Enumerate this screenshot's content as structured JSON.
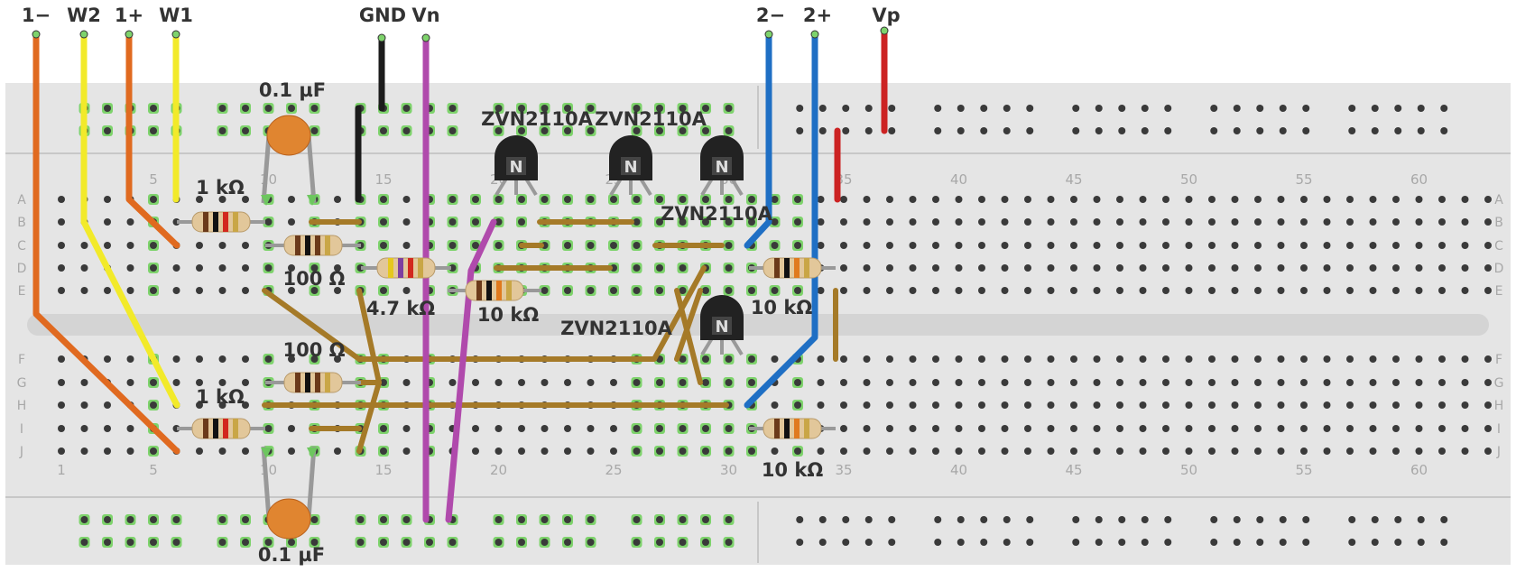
{
  "wire_labels": [
    "1−",
    "W2",
    "1+",
    "W1",
    "GND",
    "Vn",
    "2−",
    "2+",
    "Vp"
  ],
  "component_labels": {
    "c_top": "0.1 µF",
    "c_bottom": "0.1 µF",
    "r1k_top": "1 kΩ",
    "r1k_bottom": "1 kΩ",
    "r100_top": "100 Ω",
    "r100_bottom": "100 Ω",
    "r47k": "4.7 kΩ",
    "r10k_mid": "10 kΩ",
    "r10k_right_top": "10 kΩ",
    "r10k_right_bottom": "10 kΩ",
    "q1": "ZVN2110A",
    "q2": "ZVN2110A",
    "q3": "ZVN2110A",
    "q4": "ZVN2110A"
  },
  "transistor_marking": "N",
  "row_labels": [
    "A",
    "B",
    "C",
    "D",
    "E",
    "F",
    "G",
    "H",
    "I",
    "J"
  ],
  "column_numbers": [
    "1",
    "5",
    "10",
    "15",
    "20",
    "25",
    "30",
    "35",
    "40",
    "45",
    "50",
    "55",
    "60"
  ],
  "colors": {
    "board": "#e5e5e5",
    "hole": "#3a3a3a",
    "active_hole": "#7ed36c",
    "wire_orange": "#e06a20",
    "wire_yellow": "#f2ea2a",
    "wire_black": "#1c1c1c",
    "wire_purple": "#b04aac",
    "wire_blue": "#1f6fc4",
    "wire_red": "#cc2222",
    "jumper_brown": "#a57a28",
    "capacitor": "#e08530",
    "transistor": "#222222"
  }
}
